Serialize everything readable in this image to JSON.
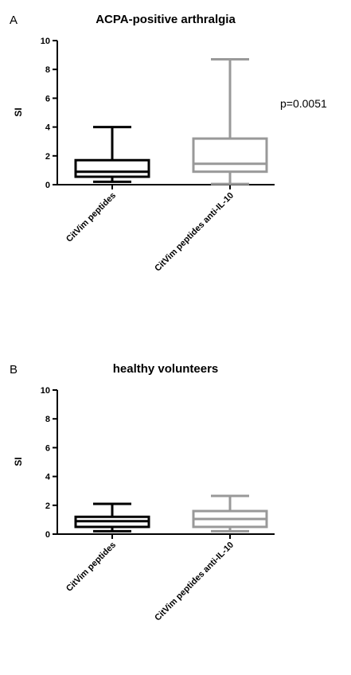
{
  "chart_data": [
    {
      "type": "box",
      "panel": "A",
      "title": "ACPA-positive arthralgia",
      "ylabel": "SI",
      "xlabel": "",
      "ylim": [
        0,
        10
      ],
      "yticks": [
        0,
        2,
        4,
        6,
        8,
        10
      ],
      "grid": false,
      "categories": [
        "CitVim peptides",
        "CitVim peptides anti-IL-10"
      ],
      "boxes": [
        {
          "category": "CitVim peptides",
          "min": 0.2,
          "q1": 0.55,
          "median": 0.9,
          "q3": 1.7,
          "max": 4.0,
          "color": "#000000"
        },
        {
          "category": "CitVim peptides anti-IL-10",
          "min": 0.05,
          "q1": 0.9,
          "median": 1.45,
          "q3": 3.2,
          "max": 8.7,
          "color": "#999999"
        }
      ],
      "annotation": "p=0.0051"
    },
    {
      "type": "box",
      "panel": "B",
      "title": "healthy volunteers",
      "ylabel": "SI",
      "xlabel": "",
      "ylim": [
        0,
        10
      ],
      "yticks": [
        0,
        2,
        4,
        6,
        8,
        10
      ],
      "grid": false,
      "categories": [
        "CitVim peptides",
        "CitVim peptides anti-IL-10"
      ],
      "boxes": [
        {
          "category": "CitVim peptides",
          "min": 0.2,
          "q1": 0.5,
          "median": 0.9,
          "q3": 1.2,
          "max": 2.1,
          "color": "#000000"
        },
        {
          "category": "CitVim peptides anti-IL-10",
          "min": 0.2,
          "q1": 0.5,
          "median": 1.05,
          "q3": 1.6,
          "max": 2.65,
          "color": "#999999"
        }
      ]
    }
  ]
}
